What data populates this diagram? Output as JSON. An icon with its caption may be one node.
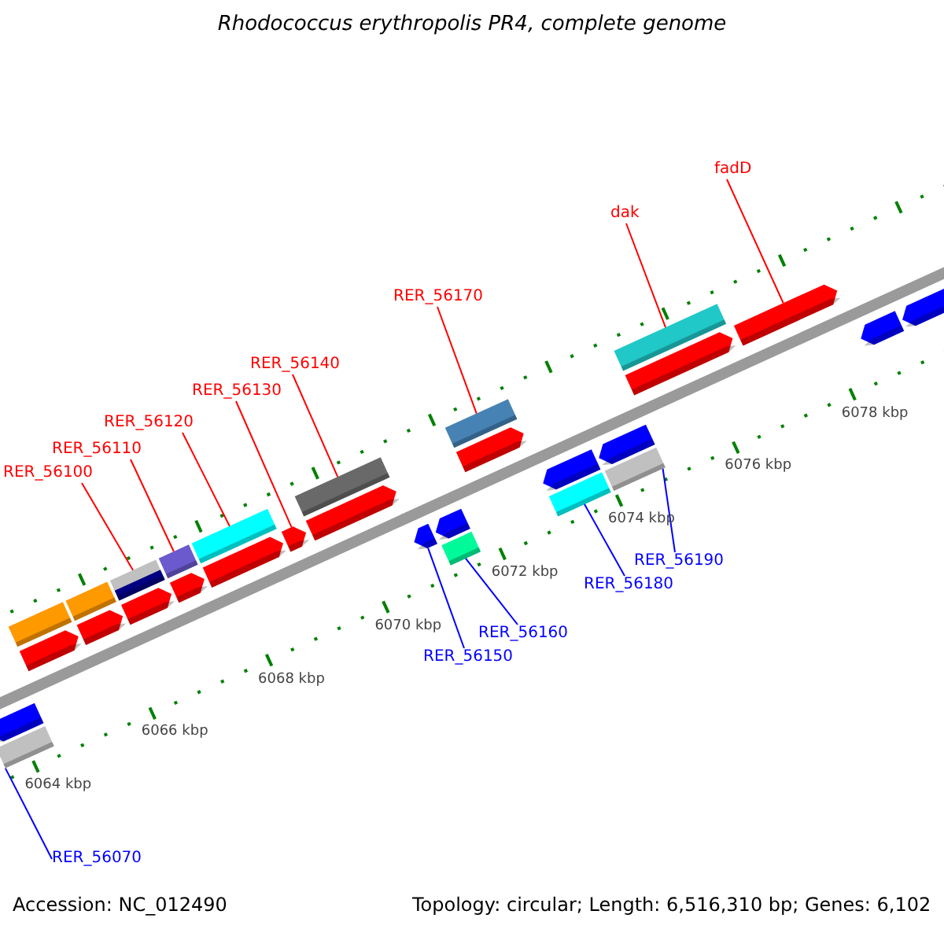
{
  "diagram": {
    "title": "Rhodococcus erythropolis PR4, complete genome",
    "nodes": [
      {
        "text": [
          "fadD"
        ]
      },
      {
        "text": [
          "dak"
        ]
      },
      {
        "text": [
          "RER_56170"
        ]
      },
      {
        "text": [
          "RER_56140"
        ]
      },
      {
        "text": [
          "RER_56130"
        ]
      },
      {
        "text": [
          "RER_56120"
        ]
      },
      {
        "text": [
          "RER_56110"
        ]
      },
      {
        "text": [
          "RER_56100"
        ]
      },
      {
        "text": [
          "RER_56190"
        ]
      },
      {
        "text": [
          "RER_56180"
        ]
      },
      {
        "text": [
          "RER_56160"
        ]
      },
      {
        "text": [
          "RER_56150"
        ]
      },
      {
        "text": [
          "RER_56070"
        ]
      },
      {
        "text": [],
        "shape": "pentagon"
      },
      {
        "text": [],
        "shape": "pentagon"
      },
      {
        "text": [],
        "shape": "pentagon"
      },
      {
        "text": [],
        "shape": "pentagon"
      },
      {
        "text": [],
        "shape": "pentagon"
      },
      {
        "text": [],
        "shape": "pentagon"
      },
      {
        "text": [],
        "shape": "pentagon"
      },
      {
        "text": [],
        "shape": "pentagon"
      },
      {
        "text": [],
        "shape": "pentagon"
      },
      {
        "text": [],
        "shape": "pentagon"
      },
      {
        "text": [],
        "shape": "pentagon"
      },
      {
        "text": [],
        "shape": "pentagon"
      },
      {
        "text": [],
        "shape": "pentagon"
      },
      {
        "text": [],
        "shape": "pentagon"
      },
      {
        "text": [],
        "shape": "pentagon"
      },
      {
        "text": [],
        "shape": "pentagon"
      },
      {
        "text": [],
        "shape": "pentagon"
      }
    ],
    "edges": [
      {
        "from": 0,
        "to": 27,
        "arrow": "none"
      },
      {
        "from": 1,
        "to": 26,
        "arrow": "none"
      },
      {
        "from": 2,
        "to": 23,
        "arrow": "none"
      },
      {
        "from": 3,
        "to": 20,
        "arrow": "none"
      },
      {
        "from": 4,
        "to": 19,
        "arrow": "none"
      },
      {
        "from": 5,
        "to": 18,
        "arrow": "none"
      },
      {
        "from": 6,
        "to": 17,
        "arrow": "none"
      },
      {
        "from": 7,
        "to": 16,
        "arrow": "none"
      },
      {
        "from": 8,
        "to": 25,
        "arrow": "none",
        "color": "#0000ff"
      },
      {
        "from": 9,
        "to": 24,
        "arrow": "none",
        "color": "#0000ff"
      },
      {
        "from": 10,
        "to": 22,
        "arrow": "none",
        "color": "#0000ff"
      },
      {
        "from": 11,
        "to": 21,
        "arrow": "none",
        "color": "#0000ff"
      },
      {
        "from": 12,
        "to": 13,
        "arrow": "none",
        "color": "#0000ff"
      }
    ],
    "labels": [
      "6064 kbp",
      "6066 kbp",
      "6068 kbp",
      "6070 kbp",
      "6072 kbp",
      "6074 kbp",
      "6076 kbp",
      "6078 kbp",
      "Accession: NC_012490",
      "Topology: circular; Length: 6,516,310 bp; Genes: 6,102"
    ]
  }
}
